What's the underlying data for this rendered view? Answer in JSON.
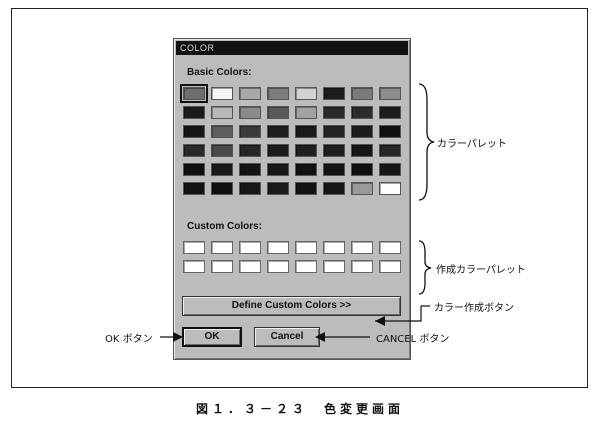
{
  "dialog": {
    "title": "COLOR",
    "basic_label": "Basic Colors:",
    "custom_label": "Custom Colors:",
    "define_button": "Define Custom Colors >>",
    "ok_button": "OK",
    "cancel_button": "Cancel"
  },
  "basic_colors": [
    [
      "#6e6e6e",
      "#f4f4f4",
      "#a8a8a8",
      "#7c7c7c",
      "#d2d2d2",
      "#1c1c1c",
      "#7a7a7a",
      "#8c8c8c"
    ],
    [
      "#1a1a1a",
      "#b8b8b8",
      "#8a8a8a",
      "#5a5a5a",
      "#a2a2a2",
      "#2a2a2a",
      "#2c2c2c",
      "#1c1c1c"
    ],
    [
      "#161616",
      "#5e5e5e",
      "#3a3a3a",
      "#1e1e1e",
      "#1a1a1a",
      "#242424",
      "#1c1c1c",
      "#101010"
    ],
    [
      "#2a2a2a",
      "#4a4a4a",
      "#262626",
      "#1c1c1c",
      "#202020",
      "#1e1e1e",
      "#161616",
      "#262626"
    ],
    [
      "#101010",
      "#1a1a1a",
      "#141414",
      "#181818",
      "#121212",
      "#141414",
      "#101010",
      "#161616"
    ],
    [
      "#121212",
      "#101010",
      "#181818",
      "#1a1a1a",
      "#121212",
      "#161616",
      "#9a9a9a",
      "#ffffff"
    ]
  ],
  "custom_colors": [
    [
      "#ffffff",
      "#ffffff",
      "#ffffff",
      "#ffffff",
      "#ffffff",
      "#ffffff",
      "#ffffff",
      "#ffffff"
    ],
    [
      "#ffffff",
      "#ffffff",
      "#ffffff",
      "#ffffff",
      "#ffffff",
      "#ffffff",
      "#ffffff",
      "#ffffff"
    ]
  ],
  "callouts": {
    "palette": "カラーパレット",
    "custom_palette": "作成カラーパレット",
    "define_button": "カラー作成ボタン",
    "ok_button": "OK ボタン",
    "cancel_button": "CANCEL ボタン"
  },
  "caption": "図１．３－２３　色変更画面"
}
